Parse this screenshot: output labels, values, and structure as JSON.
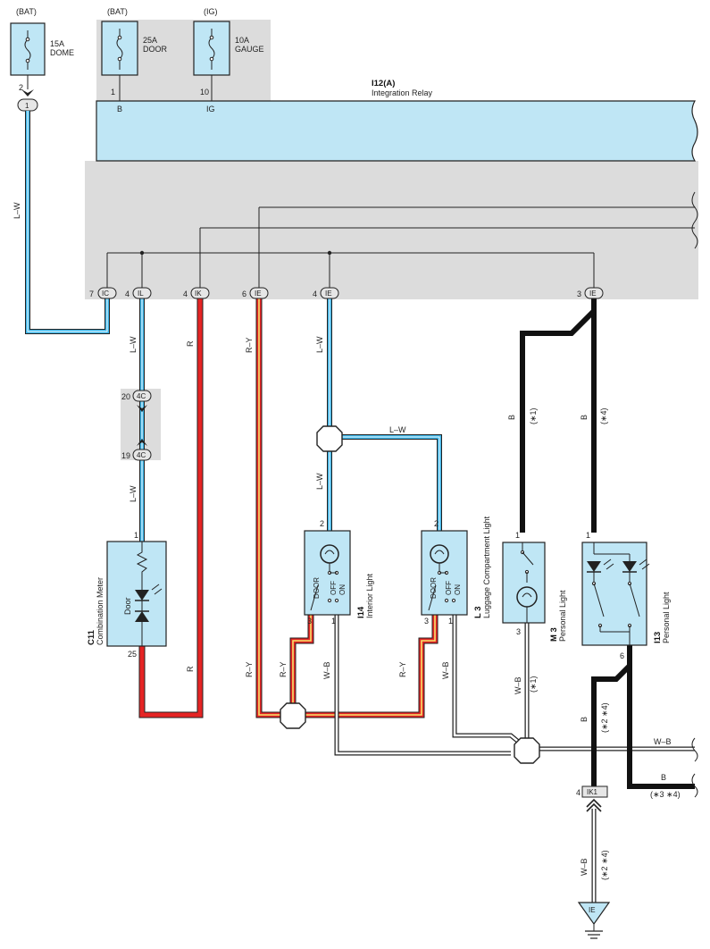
{
  "fuses": [
    {
      "source": "(BAT)",
      "rating": "15A",
      "name": "DOME",
      "pin": "2",
      "conn": "1"
    },
    {
      "source": "(BAT)",
      "rating": "25A",
      "name": "DOOR",
      "pin": "1",
      "term": "B"
    },
    {
      "source": "(IG)",
      "rating": "10A",
      "name": "GAUGE",
      "pin": "10",
      "term": "IG"
    }
  ],
  "relay": {
    "code": "I12(A)",
    "name": "Integration Relay"
  },
  "relay_pins": [
    {
      "num": "7",
      "code": "IC"
    },
    {
      "num": "4",
      "code": "IL"
    },
    {
      "num": "4",
      "code": "IK"
    },
    {
      "num": "6",
      "code": "IE"
    },
    {
      "num": "4",
      "code": "IE"
    },
    {
      "num": "3",
      "code": "IE"
    }
  ],
  "wires": {
    "lw": "L–W",
    "r": "R",
    "ry": "R–Y",
    "wb": "W–B",
    "b": "B"
  },
  "junction_4c": {
    "code": "4C",
    "pin_top": "20",
    "pin_bottom": "19"
  },
  "notes": {
    "n1": "(∗1)",
    "n4": "(∗4)",
    "n24": "(∗2 ∗4)",
    "n34": "(∗3 ∗4)"
  },
  "components": {
    "c11": {
      "code": "C11",
      "name": "Combination Meter",
      "inner": "Door",
      "pin_top": "1",
      "pin_bottom": "25"
    },
    "i14": {
      "code": "I14",
      "name": "Interior Light",
      "pin_top": "2",
      "pin_a": "3",
      "pin_b": "1",
      "sw_door": "DOOR",
      "sw_off": "OFF",
      "sw_on": "ON"
    },
    "l3": {
      "code": "L 3",
      "name": "Luggage Compartment Light",
      "pin_top": "2",
      "pin_a": "3",
      "pin_b": "1",
      "sw_door": "DOOR",
      "sw_off": "OFF",
      "sw_on": "ON"
    },
    "m3": {
      "code": "M 3",
      "name": "Personal Light",
      "pin_top": "1",
      "pin_bottom": "3"
    },
    "i13": {
      "code": "I13",
      "name": "Personal Light",
      "pin_top": "1",
      "pin_bottom": "6"
    }
  },
  "ground_conn": {
    "code": "IK1",
    "pin": "4"
  },
  "ground": {
    "code": "IE"
  }
}
